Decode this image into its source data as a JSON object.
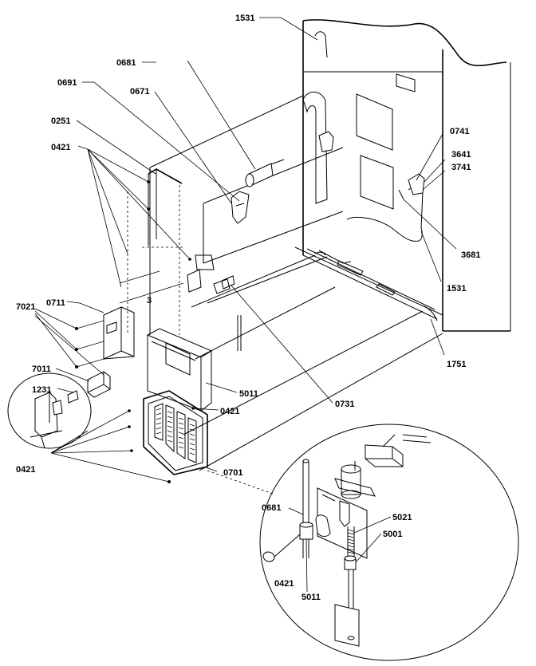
{
  "labels": {
    "l1531_top": "1531",
    "l0681_top": "0681",
    "l0691": "0691",
    "l0671": "0671",
    "l0251": "0251",
    "l0421_top": "0421",
    "l0741": "0741",
    "l3641": "3641",
    "l3741": "3741",
    "l3681": "3681",
    "l1531_mid": "1531",
    "l1751": "1751",
    "l0711": "0711",
    "l7021": "7021",
    "l7011": "7011",
    "l1231": "1231",
    "l5011_mid": "5011",
    "l0421_mid": "0421",
    "l0731": "0731",
    "l0701": "0701",
    "l0421_left": "0421",
    "l0681_detail": "0681",
    "l5021": "5021",
    "l5001": "5001",
    "l0421_detail": "0421",
    "l5011_detail": "5011"
  }
}
